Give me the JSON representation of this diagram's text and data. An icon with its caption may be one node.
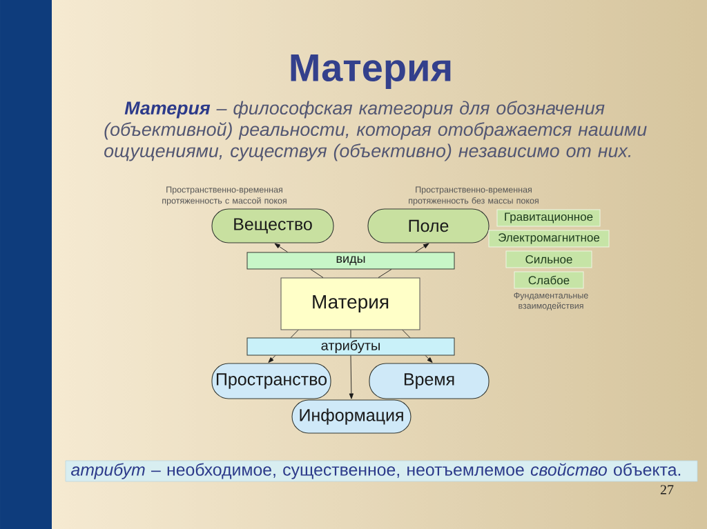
{
  "diagram": {
    "title": "Материя",
    "nodes": [
      {
        "text": [
          "Вещество"
        ],
        "beside": [
          "Пространственно-временная протяженность с массой покоя"
        ]
      },
      {
        "text": [
          "Поле"
        ],
        "beside": [
          "Пространственно-временная протяженность без массы покоя"
        ]
      },
      {
        "text": [
          "Гравитационное"
        ]
      },
      {
        "text": [
          "Электромагнитное"
        ]
      },
      {
        "text": [
          "Сильное"
        ]
      },
      {
        "text": [
          "Слабое"
        ]
      },
      {
        "text": [
          "виды"
        ]
      },
      {
        "text": [
          "Материя"
        ]
      },
      {
        "text": [
          "атрибуты"
        ]
      },
      {
        "text": [
          "Пространство"
        ]
      },
      {
        "text": [
          "Время"
        ]
      },
      {
        "text": [
          "Информация"
        ]
      },
      {
        "text": [
          "*атрибут* – необходимое, существенное, неотъемлемое *свойство* объекта."
        ]
      }
    ],
    "edges": [
      {
        "from": 7,
        "to": 6,
        "arrow": "none"
      },
      {
        "from": 6,
        "to": 0,
        "arrow": "to"
      },
      {
        "from": 7,
        "to": 6,
        "arrow": "none"
      },
      {
        "from": 6,
        "to": 1,
        "arrow": "to"
      },
      {
        "from": 7,
        "to": 8,
        "arrow": "none"
      },
      {
        "from": 8,
        "to": 9,
        "arrow": "to"
      },
      {
        "from": 7,
        "to": 8,
        "arrow": "none"
      },
      {
        "from": 8,
        "to": 11,
        "arrow": "to"
      },
      {
        "from": 7,
        "to": 8,
        "arrow": "none"
      },
      {
        "from": 8,
        "to": 10,
        "arrow": "to"
      }
    ],
    "labels": [
      "**Материя** – философская категория для обозначения (объективной) реальности, которая отображается нашими ощущениями, существуя (объективно) независимо от них.",
      "Фундаментальные взаимодействия",
      "27"
    ]
  }
}
